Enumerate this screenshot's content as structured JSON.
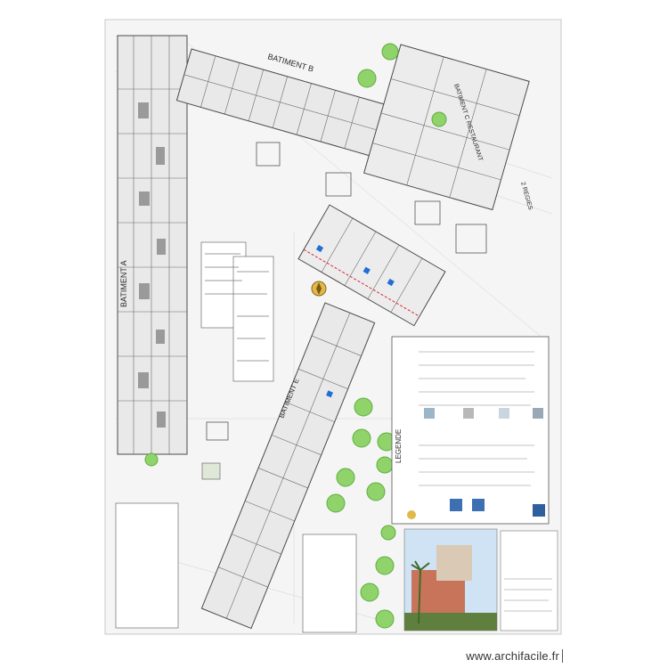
{
  "plan": {
    "building_labels": {
      "a": "BATIMENT A",
      "b": "BATIMENT B",
      "e": "BATIMENT E",
      "restaurant": "BATIMENT C RESTAURANT",
      "r_level": "2 REGIES",
      "legend_title": "LEGENDE"
    }
  },
  "watermark": "www.archifacile.fr",
  "colors": {
    "paper": "#ffffff",
    "sheet": "#f4f4f4",
    "line": "#4a4a4a",
    "tree": "#8fd36a",
    "tree_edge": "#5fae3f",
    "red_marks": "#d9263b",
    "blue_marks": "#1f6fd6",
    "photo_sky": "#cfe3f5"
  }
}
